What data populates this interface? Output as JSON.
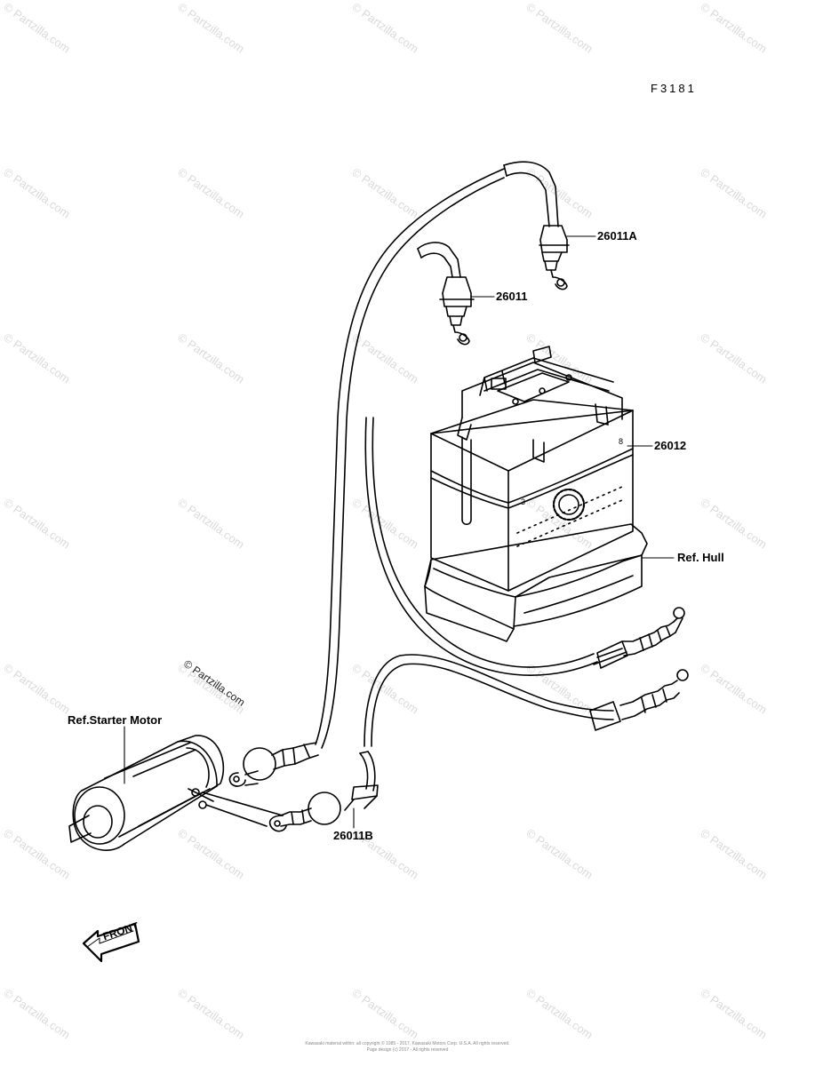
{
  "figure_code": "F3181",
  "labels": {
    "part_26011A": "26011A",
    "part_26011": "26011",
    "part_26012": "26012",
    "ref_hull": "Ref. Hull",
    "ref_starter_motor": "Ref.Starter Motor",
    "part_26011B": "26011B"
  },
  "front_arrow_text": "FRONT",
  "watermark": {
    "text": "© Partzilla.com",
    "center_text": "© Partzilla.com"
  },
  "footer": {
    "line1": "Kawasaki material within: all copyright © 1985 - 2017, Kawasaki Motors Corp. U.S.A. All rights reserved.",
    "line2": "Page design (c) 2017 - All rights reserved"
  },
  "colors": {
    "line": "#000000",
    "background": "#ffffff",
    "watermark": "#dadada"
  }
}
